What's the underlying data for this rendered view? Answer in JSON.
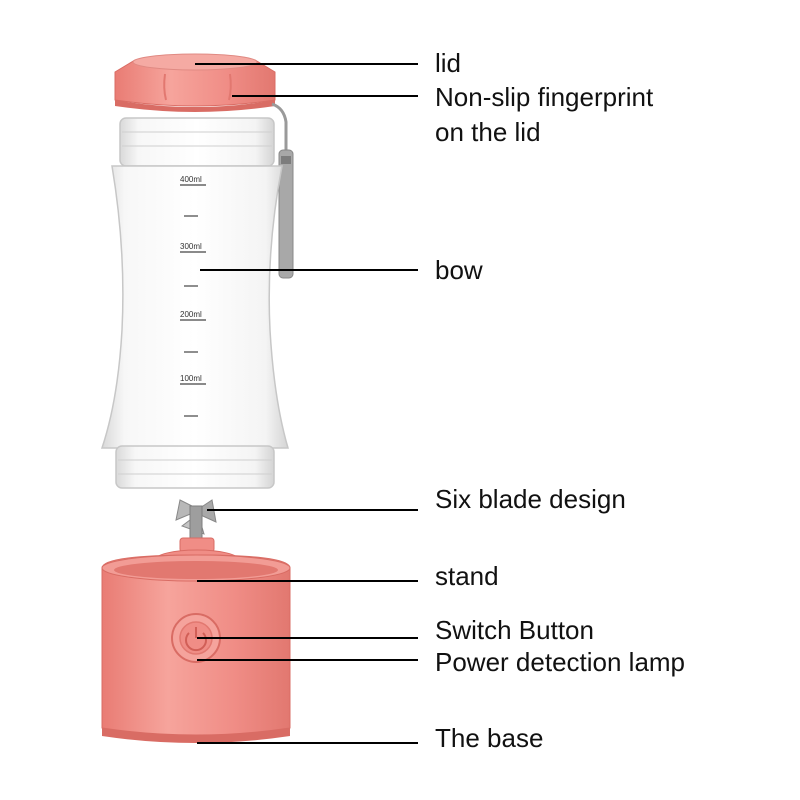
{
  "labels": {
    "lid": "lid",
    "non_slip_line1": "Non-slip fingerprint",
    "non_slip_line2": "on the lid",
    "bow": "bow",
    "six_blade": "Six blade design",
    "stand": "stand",
    "switch_button": "Switch Button",
    "power_lamp": "Power detection lamp",
    "base": "The base"
  },
  "scale_marks": [
    "400ml",
    "300ml",
    "200ml",
    "100ml"
  ],
  "colors": {
    "pink_body": "#f08d86",
    "pink_dark": "#e27870",
    "pink_light": "#f5aaa3",
    "bottle_outline": "#c7c7c7",
    "leader_line": "#000000",
    "strap": "#9a9a9a"
  }
}
